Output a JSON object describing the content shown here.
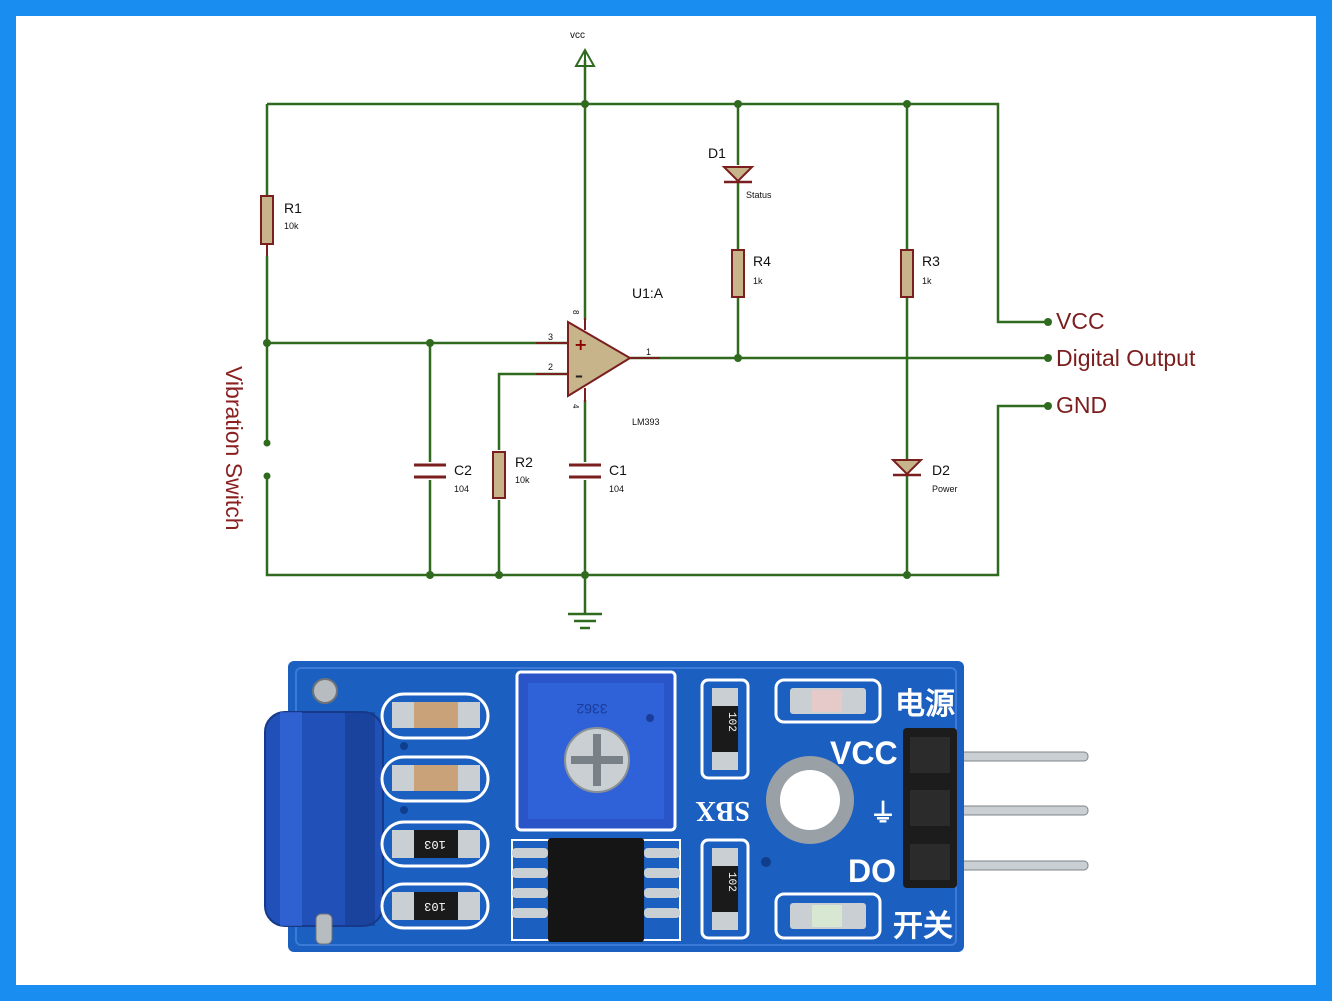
{
  "schematic": {
    "vcc_label": "vcc",
    "components": {
      "r1": {
        "ref": "R1",
        "value": "10k"
      },
      "r2": {
        "ref": "R2",
        "value": "10k"
      },
      "r3": {
        "ref": "R3",
        "value": "1k"
      },
      "r4": {
        "ref": "R4",
        "value": "1k"
      },
      "c1": {
        "ref": "C1",
        "value": "104"
      },
      "c2": {
        "ref": "C2",
        "value": "104"
      },
      "d1": {
        "ref": "D1",
        "value": "Status"
      },
      "d2": {
        "ref": "D2",
        "value": "Power"
      },
      "u1": {
        "ref": "U1:A",
        "part": "LM393"
      }
    },
    "pins": {
      "in_plus": "3",
      "in_minus": "2",
      "out": "1",
      "vplus": "8",
      "gnd": "4"
    },
    "terminals": {
      "vcc": "VCC",
      "out": "Digital Output",
      "gnd": "GND"
    },
    "switch_label": "Vibration Switch"
  },
  "board": {
    "silk_top_right": "电源",
    "silk_vcc": "VCC",
    "silk_gnd": "⏚",
    "silk_do": "DO",
    "silk_bottom_right": "开关",
    "silk_sbx": "SBX",
    "pot_label": "3362",
    "resistor_code_a": "103",
    "resistor_code_b": "103",
    "resistor_code_c": "102",
    "resistor_code_d": "102",
    "colors": {
      "pcb": "#1b5fc0",
      "component_blue": "#2150b8",
      "silk": "#ffffff"
    }
  }
}
